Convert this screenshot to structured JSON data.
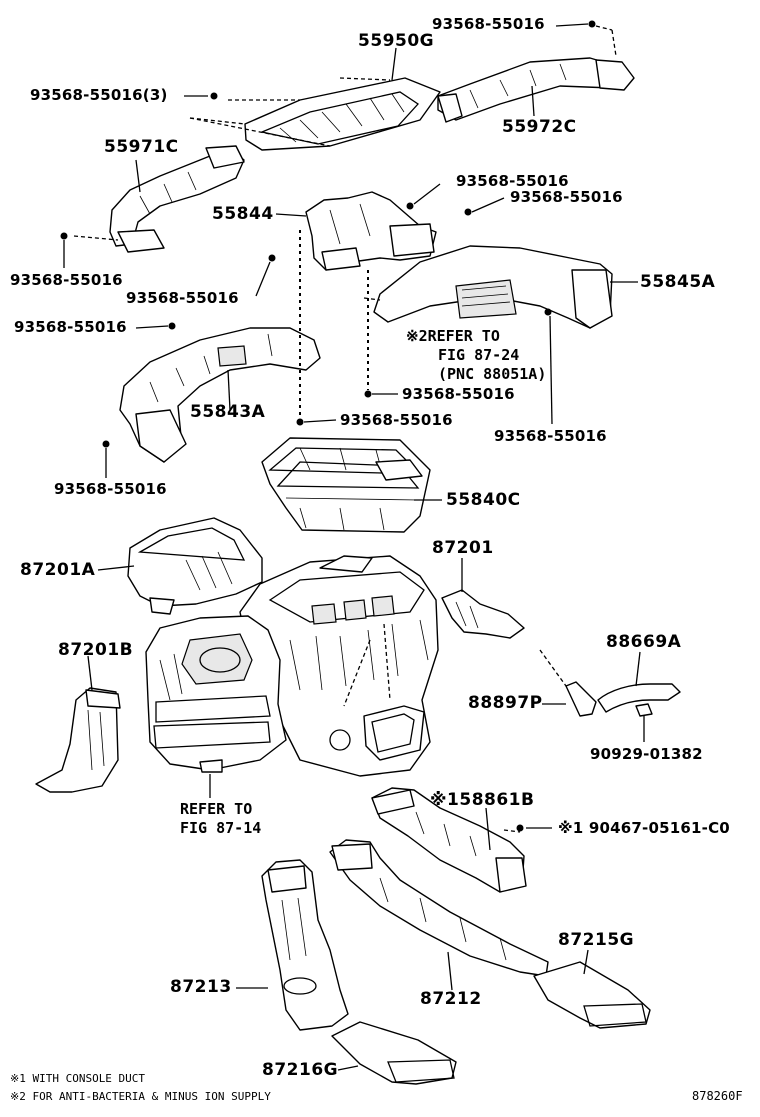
{
  "parts": {
    "p55950G": "55950G",
    "p93568_top": "93568-55016",
    "p93568_3": "93568-55016(3)",
    "p55972C": "55972C",
    "p55971C": "55971C",
    "p93568_a": "93568-55016",
    "p93568_b": "93568-55016",
    "p55844": "55844",
    "p93568_c": "93568-55016",
    "p55845A": "55845A",
    "p93568_d": "93568-55016",
    "p93568_e": "93568-55016",
    "p93568_f": "93568-55016",
    "p55843A": "55843A",
    "p93568_g": "93568-55016",
    "p93568_h": "93568-55016",
    "p93568_i": "93568-55016",
    "p55840C": "55840C",
    "p87201A": "87201A",
    "p87201": "87201",
    "p87201B": "87201B",
    "p88669A": "88669A",
    "p88897P": "88897P",
    "p90929": "90929-01382",
    "p58861B": "58861B",
    "p90467": "90467-05161-C0",
    "p87215G": "87215G",
    "p87213": "87213",
    "p87212": "87212",
    "p87216G": "87216G"
  },
  "marks": {
    "mark1": "※1",
    "mark2": "※2"
  },
  "refs": {
    "refer_87_24_line1": "REFER TO",
    "refer_87_24_line2": "FIG 87-24",
    "refer_87_24_line3": "(PNC 88051A)",
    "refer_87_14_line1": "REFER TO",
    "refer_87_14_line2": "FIG 87-14"
  },
  "notes": {
    "note1": "※1 WITH CONSOLE DUCT",
    "note2": "※2 FOR ANTI-BACTERIA & MINUS ION SUPPLY"
  },
  "diagram_code": "878260F"
}
